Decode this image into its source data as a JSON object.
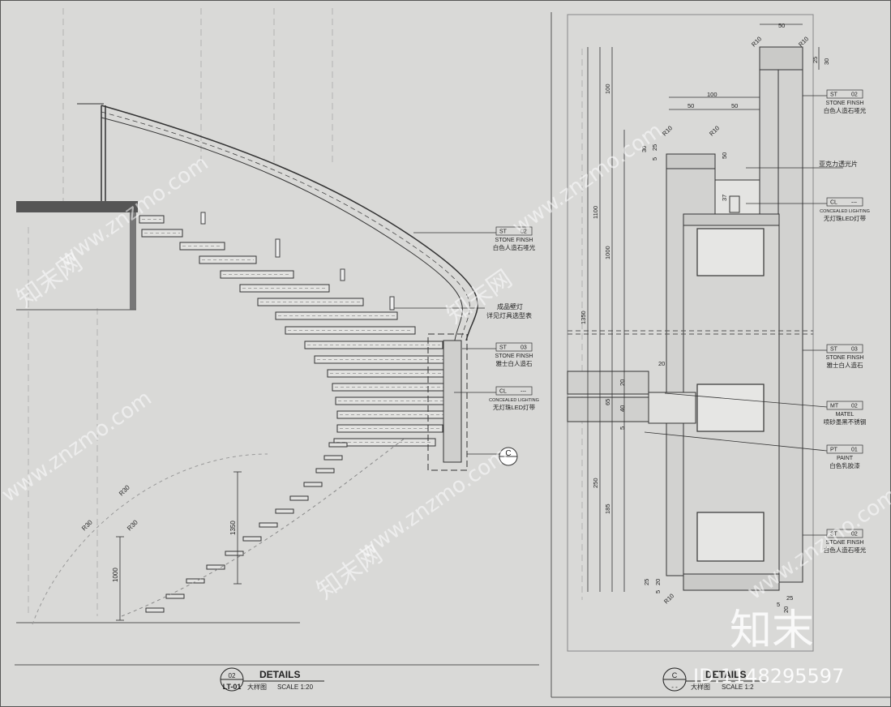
{
  "left_detail": {
    "number": "02",
    "sheet": "LT-01",
    "title": "DETAILS",
    "subtitle": "大样图",
    "scale": "SCALE   1:20",
    "callout": "C",
    "tags": [
      {
        "code": "ST",
        "num": "02",
        "line1": "STONE FINSH",
        "line2": "白色人造石哑光"
      },
      {
        "code": "ST",
        "num": "03",
        "line1": "STONE FINSH",
        "line2": "雅士白人造石"
      },
      {
        "code": "CL",
        "num": "---",
        "line1": "CONCEALED LIGHTING",
        "line2": "无灯珠LED灯带"
      }
    ],
    "lamp_note": [
      "成品壁灯",
      "详见灯具选型表"
    ],
    "dims": [
      "R30",
      "R30",
      "R30",
      "1350",
      "1000"
    ]
  },
  "right_detail": {
    "callout": "C",
    "title": "DETAILS",
    "subtitle": "大样图",
    "scale": "SCALE   1:2",
    "tags": [
      {
        "code": "ST",
        "num": "02",
        "line1": "STONE FINSH",
        "line2": "白色人造石哑光"
      },
      {
        "code": "CL",
        "num": "---",
        "line1": "CONCEALED LIGHTING",
        "line2": "无灯珠LED灯带"
      },
      {
        "code": "ST",
        "num": "03",
        "line1": "STONE FINSH",
        "line2": "雅士白人造石"
      },
      {
        "code": "MT",
        "num": "02",
        "line1": "MATEL",
        "line2": "喷砂墨黑不锈钢"
      },
      {
        "code": "PT",
        "num": "01",
        "line1": "PAINT",
        "line2": "白色乳胶漆"
      },
      {
        "code": "ST",
        "num": "02",
        "line1": "STONE FINSH",
        "line2": "白色人造石哑光"
      }
    ],
    "acrylic_note": "亚克力透光片",
    "dims_top": [
      "50",
      "R10",
      "R10",
      "25",
      "30",
      "100",
      "50",
      "50",
      "R10",
      "R10",
      "30",
      "25",
      "5",
      "50",
      "37"
    ],
    "dims_left": [
      "100",
      "1100",
      "1000",
      "1350",
      "250",
      "185"
    ],
    "dims_mid": [
      "20",
      "20",
      "65",
      "40",
      "5"
    ],
    "dims_bottom": [
      "25",
      "20",
      "5",
      "R10",
      "25",
      "5",
      "20"
    ]
  },
  "watermarks": {
    "site": "www.znzmo.com",
    "brand": "知末网",
    "logo": "知末",
    "id": "ID:1148295597"
  }
}
